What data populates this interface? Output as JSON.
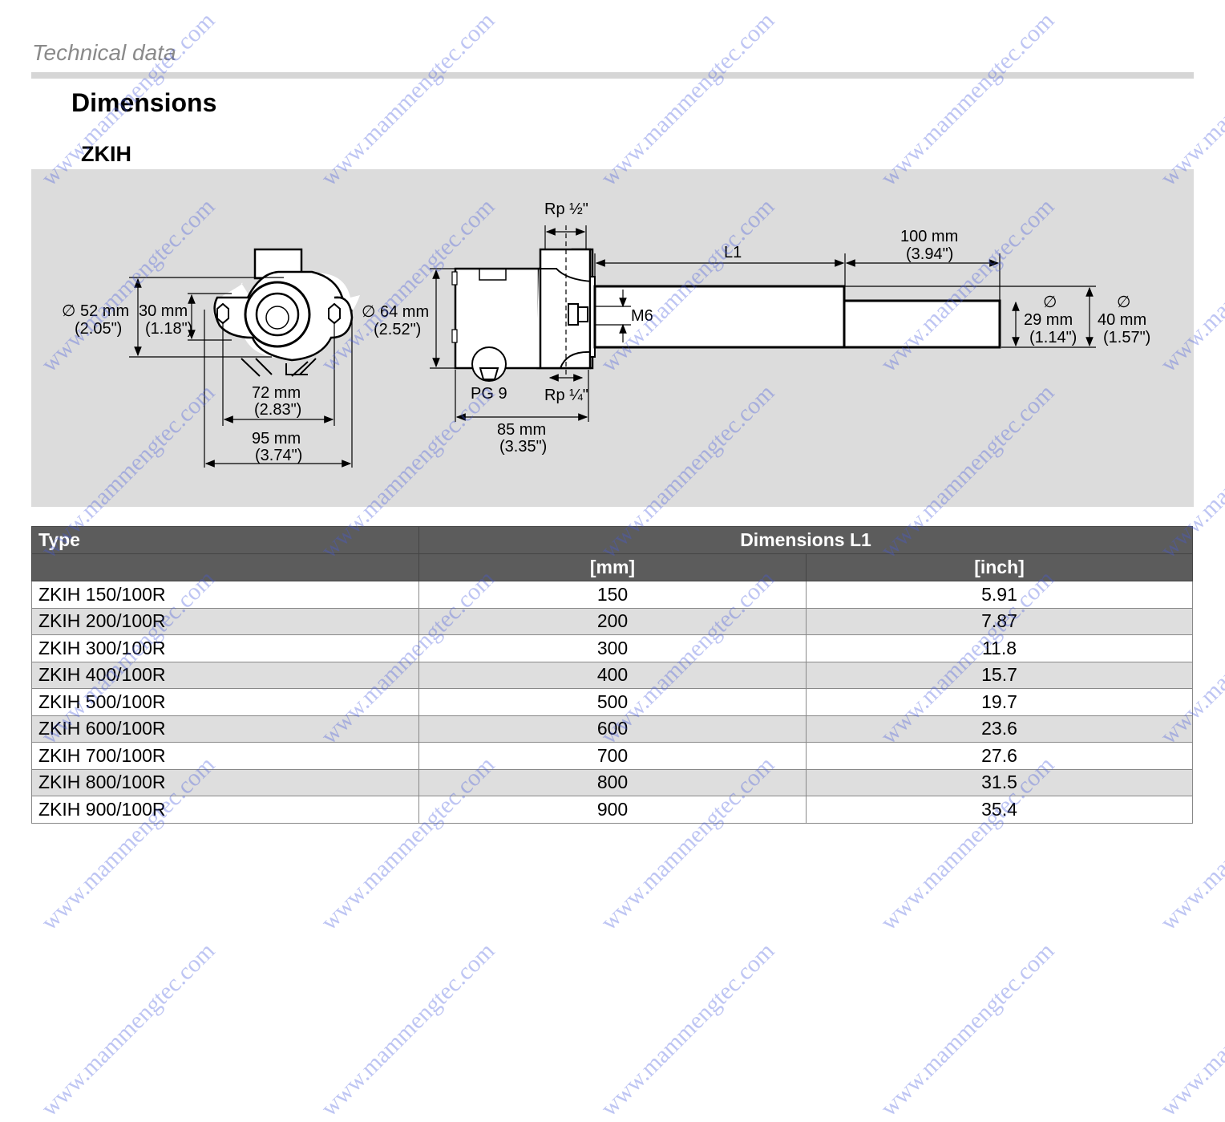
{
  "section_title": "Technical data",
  "heading": "Dimensions",
  "subheading": "ZKIH",
  "drawing": {
    "d52": "∅ 52 mm",
    "d52_in": "(2.05\")",
    "d30": "30 mm",
    "d30_in": "(1.18\")",
    "d72": "72 mm",
    "d72_in": "(2.83\")",
    "d95": "95 mm",
    "d95_in": "(3.74\")",
    "d64": "∅ 64 mm",
    "d64_in": "(2.52\")",
    "rp_half": "Rp ½\"",
    "rp_quarter": "Rp ¼\"",
    "pg9": "PG 9",
    "d85": "85 mm",
    "d85_in": "(3.35\")",
    "m6": "M6",
    "l1": "L1",
    "d100": "100 mm",
    "d100_in": "(3.94\")",
    "dia_symbol": "∅",
    "d29": "29 mm",
    "d29_in": "(1.14\")",
    "d40": "40 mm",
    "d40_in": "(1.57\")"
  },
  "table": {
    "col_type": "Type",
    "col_dims": "Dimensions L1",
    "col_mm": "[mm]",
    "col_inch": "[inch]",
    "rows": [
      {
        "type": "ZKIH 150/100R",
        "mm": "150",
        "inch": "5.91"
      },
      {
        "type": "ZKIH 200/100R",
        "mm": "200",
        "inch": "7.87"
      },
      {
        "type": "ZKIH 300/100R",
        "mm": "300",
        "inch": "11.8"
      },
      {
        "type": "ZKIH 400/100R",
        "mm": "400",
        "inch": "15.7"
      },
      {
        "type": "ZKIH 500/100R",
        "mm": "500",
        "inch": "19.7"
      },
      {
        "type": "ZKIH 600/100R",
        "mm": "600",
        "inch": "23.6"
      },
      {
        "type": "ZKIH 700/100R",
        "mm": "700",
        "inch": "27.6"
      },
      {
        "type": "ZKIH 800/100R",
        "mm": "800",
        "inch": "31.5"
      },
      {
        "type": "ZKIH 900/100R",
        "mm": "900",
        "inch": "35.4"
      }
    ]
  },
  "watermark": "www.mammengtec.com"
}
